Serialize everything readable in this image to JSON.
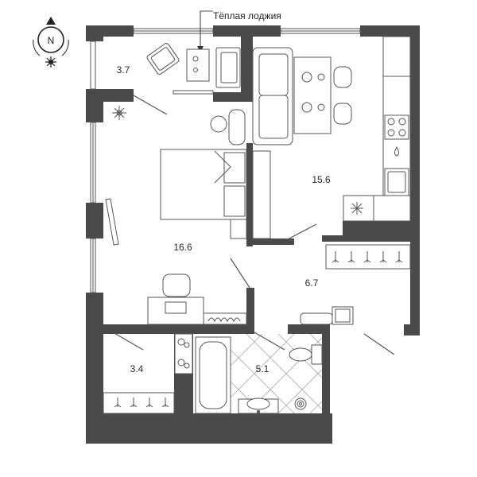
{
  "compass": {
    "north_label": "N"
  },
  "loggia_label": "Тёплая лоджия",
  "rooms": {
    "loggia": {
      "area": "3.7"
    },
    "kitchen_living": {
      "area": "15.6"
    },
    "bedroom": {
      "area": "16.6"
    },
    "hall": {
      "area": "6.7"
    },
    "storage": {
      "area": "3.4"
    },
    "bathroom": {
      "area": "5.1"
    }
  },
  "colors": {
    "walls": "#4a4a4a",
    "lines": "#555555"
  },
  "icons": [
    "compass-icon",
    "sun-icon",
    "snowflake-icon",
    "arrow-down-icon"
  ]
}
